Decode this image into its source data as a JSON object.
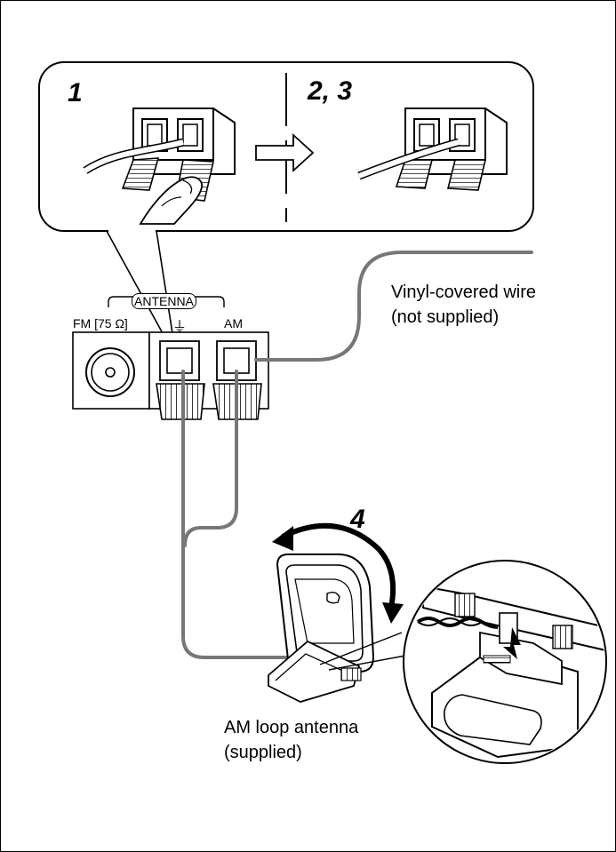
{
  "steps": {
    "step1": "1",
    "step23": "2, 3",
    "step4": "4"
  },
  "terminal": {
    "group_label": "ANTENNA",
    "fm_label": "FM [75 Ω]",
    "ground_symbol": "⏚",
    "am_label": "AM"
  },
  "captions": {
    "wire_line1": "Vinyl-covered wire",
    "wire_line2": "(not supplied)",
    "loop_line1": "AM loop antenna",
    "loop_line2": "(supplied)"
  },
  "colors": {
    "wire": "#777777",
    "line": "#000000",
    "fill_grey": "#d9d9d9"
  }
}
